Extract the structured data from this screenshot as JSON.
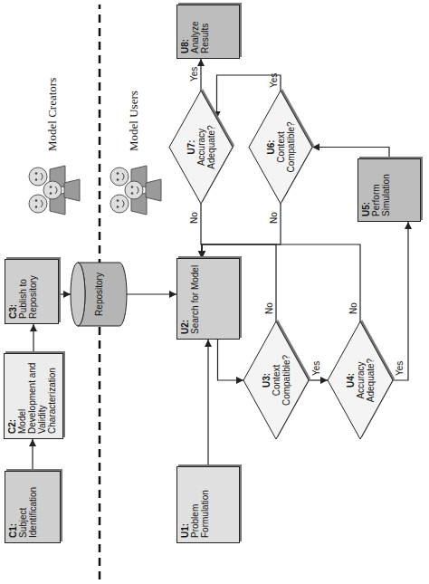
{
  "diagram": {
    "nodes": [
      {
        "text": [
          "C1:",
          "Subject Identification"
        ]
      },
      {
        "text": [
          "C2:",
          "Model Development and Validity Characterization"
        ]
      },
      {
        "text": [
          "C3:",
          "Publish to Repository"
        ]
      },
      {
        "text": [
          "Repository"
        ]
      },
      {
        "text": [
          "U1:",
          "Problem Formulation"
        ]
      },
      {
        "text": [
          "U2:",
          "Search for Model"
        ]
      },
      {
        "text": [
          "U3:",
          "Context Compatible?"
        ]
      },
      {
        "text": [
          "U4:",
          "Accuracy Adequate?"
        ]
      },
      {
        "text": [
          "U5:",
          "Perform Simulation"
        ]
      },
      {
        "text": [
          "U6:",
          "Context Compatible?"
        ]
      },
      {
        "text": [
          "U7:",
          "Accuracy Adequate?"
        ]
      },
      {
        "text": [
          "U8:",
          "Analyze Results"
        ]
      }
    ],
    "edges": [
      {
        "from": 0,
        "to": 1,
        "arrow": "to"
      },
      {
        "from": 1,
        "to": 2,
        "arrow": "to"
      },
      {
        "from": 2,
        "to": 3,
        "arrow": "to"
      },
      {
        "from": 3,
        "to": 5,
        "arrow": "to"
      },
      {
        "from": 4,
        "to": 5,
        "arrow": "to"
      },
      {
        "from": 5,
        "to": 6,
        "arrow": "to"
      },
      {
        "from": 6,
        "to": 7,
        "label": "Yes",
        "arrow": "to"
      },
      {
        "from": 6,
        "to": 5,
        "label": "No",
        "arrow": "to"
      },
      {
        "from": 7,
        "to": 8,
        "label": "Yes",
        "arrow": "to"
      },
      {
        "from": 7,
        "to": 5,
        "label": "No",
        "arrow": "to"
      },
      {
        "from": 8,
        "to": 9,
        "arrow": "to"
      },
      {
        "from": 9,
        "to": 10,
        "label": "Yes",
        "arrow": "to"
      },
      {
        "from": 9,
        "to": 5,
        "label": "No",
        "arrow": "to"
      },
      {
        "from": 10,
        "to": 11,
        "label": "Yes",
        "arrow": "to"
      },
      {
        "from": 10,
        "to": 5,
        "label": "No",
        "arrow": "to"
      }
    ],
    "labels": [
      "Model Creators",
      "Model Users"
    ]
  }
}
